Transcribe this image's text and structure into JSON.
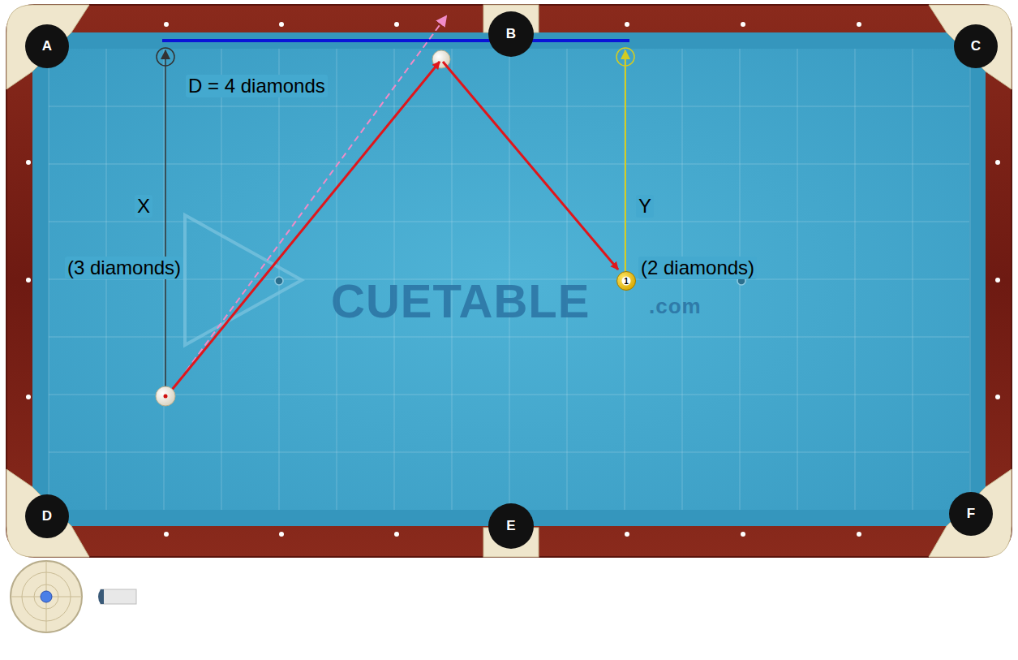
{
  "diagram": {
    "nodes": [
      {
        "text": [
          "A"
        ]
      },
      {
        "text": [
          "B"
        ]
      },
      {
        "text": [
          "C"
        ]
      },
      {
        "text": [
          "1"
        ]
      },
      {
        "text": [
          "D"
        ]
      },
      {
        "text": [
          "E"
        ]
      },
      {
        "text": [
          "F"
        ]
      }
    ],
    "labels": [
      "D = 4 diamonds",
      "X",
      "(3 diamonds)",
      "Y",
      "(2 diamonds)",
      "CUETABLE",
      ".com"
    ]
  }
}
